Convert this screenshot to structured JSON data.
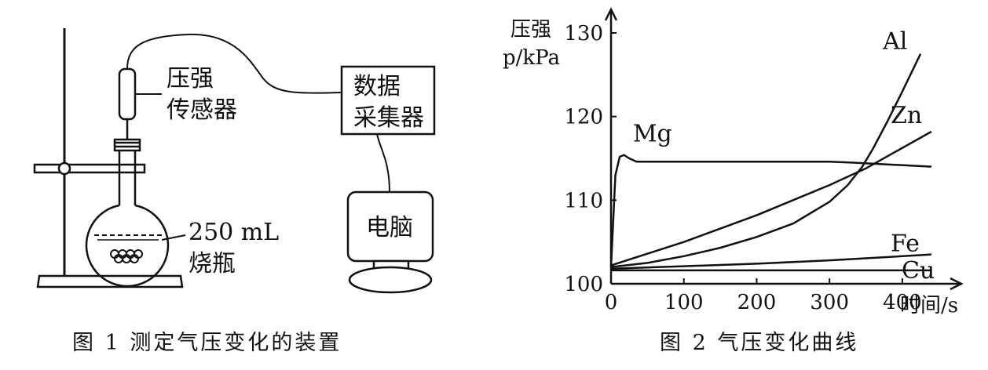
{
  "figure1": {
    "caption": "图 1   测定气压变化的装置",
    "sensor_label": [
      "压强",
      "传感器"
    ],
    "collector_label": [
      "数据",
      "采集器"
    ],
    "computer_label": "电脑",
    "flask_label": [
      "250 mL",
      "烧瓶"
    ]
  },
  "figure2": {
    "caption": "图 2   气压变化曲线"
  },
  "chart_data": {
    "type": "line",
    "ylabel_lines": [
      "压强",
      "p/kPa"
    ],
    "xlabel": "时间/s",
    "x_ticks": [
      0,
      100,
      200,
      300,
      400
    ],
    "y_ticks": [
      100,
      110,
      120,
      130
    ],
    "xlim": [
      0,
      440
    ],
    "ylim": [
      100,
      130
    ],
    "grid": false,
    "series": [
      {
        "name": "Al",
        "label_position": "top-right",
        "points": [
          [
            0,
            102
          ],
          [
            50,
            102.5
          ],
          [
            100,
            103.3
          ],
          [
            150,
            104.3
          ],
          [
            200,
            105.6
          ],
          [
            250,
            107.2
          ],
          [
            300,
            109.8
          ],
          [
            325,
            111.8
          ],
          [
            345,
            114.0
          ],
          [
            360,
            116.2
          ],
          [
            380,
            119.5
          ],
          [
            400,
            123.0
          ],
          [
            425,
            127.5
          ]
        ]
      },
      {
        "name": "Zn",
        "label_position": "right",
        "points": [
          [
            0,
            102.2
          ],
          [
            100,
            105.0
          ],
          [
            200,
            108.2
          ],
          [
            300,
            111.8
          ],
          [
            350,
            113.8
          ],
          [
            440,
            118.2
          ]
        ]
      },
      {
        "name": "Mg",
        "label_position": "top-left",
        "points": [
          [
            0,
            102
          ],
          [
            6,
            113
          ],
          [
            12,
            115.2
          ],
          [
            18,
            115.4
          ],
          [
            25,
            115
          ],
          [
            35,
            114.6
          ],
          [
            100,
            114.6
          ],
          [
            200,
            114.6
          ],
          [
            300,
            114.6
          ],
          [
            330,
            114.5
          ],
          [
            440,
            114.0
          ]
        ]
      },
      {
        "name": "Fe",
        "label_position": "right",
        "points": [
          [
            0,
            101.8
          ],
          [
            100,
            102.1
          ],
          [
            200,
            102.4
          ],
          [
            300,
            102.8
          ],
          [
            440,
            103.5
          ]
        ]
      },
      {
        "name": "Cu",
        "label_position": "right",
        "points": [
          [
            0,
            101.6
          ],
          [
            440,
            101.6
          ]
        ]
      }
    ]
  }
}
